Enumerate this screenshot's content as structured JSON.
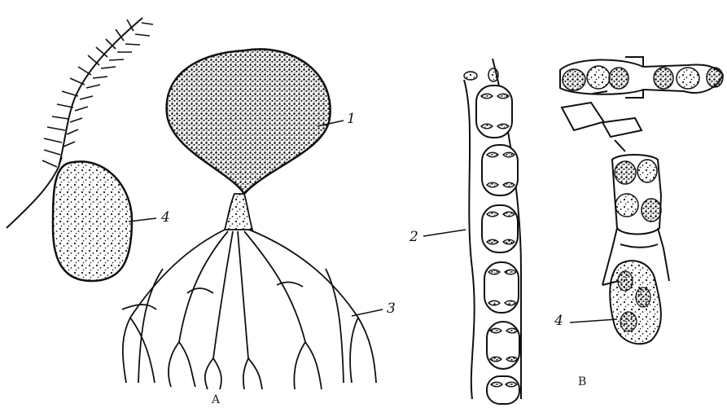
{
  "figure": {
    "colors": {
      "ink": "#111111",
      "background": "#ffffff"
    },
    "callouts": {
      "sporangium": "1",
      "filament_wall": "2",
      "rhizoids": "3",
      "zygospore_a": "4",
      "zygospore_b": "4"
    },
    "panels": {
      "left": "A",
      "right": "B"
    }
  }
}
